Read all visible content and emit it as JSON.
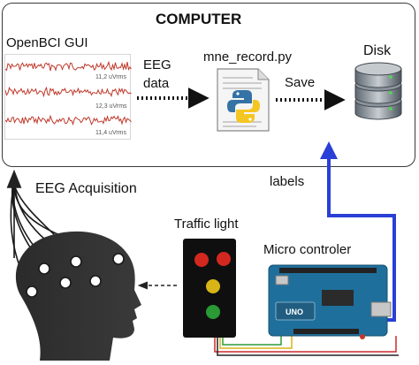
{
  "computer": {
    "title": "COMPUTER",
    "gui_title": "OpenBCI GUI",
    "channels": [
      "11,2 uVrms",
      "12,3 uVrms",
      "11,4 uVrms"
    ],
    "eeg_data_label": [
      "EEG",
      "data"
    ],
    "script_name": "mne_record.py",
    "save_label": "Save",
    "disk_label": "Disk"
  },
  "labels_text": "labels",
  "acquisition_label": "EEG Acquisition",
  "traffic_light_label": "Traffic light",
  "micro_label": "Micro controler",
  "arduino_text": "UNO",
  "colors": {
    "trace": "#c0392b",
    "labels_arrow": "#2a3fd6",
    "light_red": "#d3281f",
    "light_yellow": "#d8b417",
    "light_green": "#2a9a35",
    "board": "#1f6f9c"
  }
}
